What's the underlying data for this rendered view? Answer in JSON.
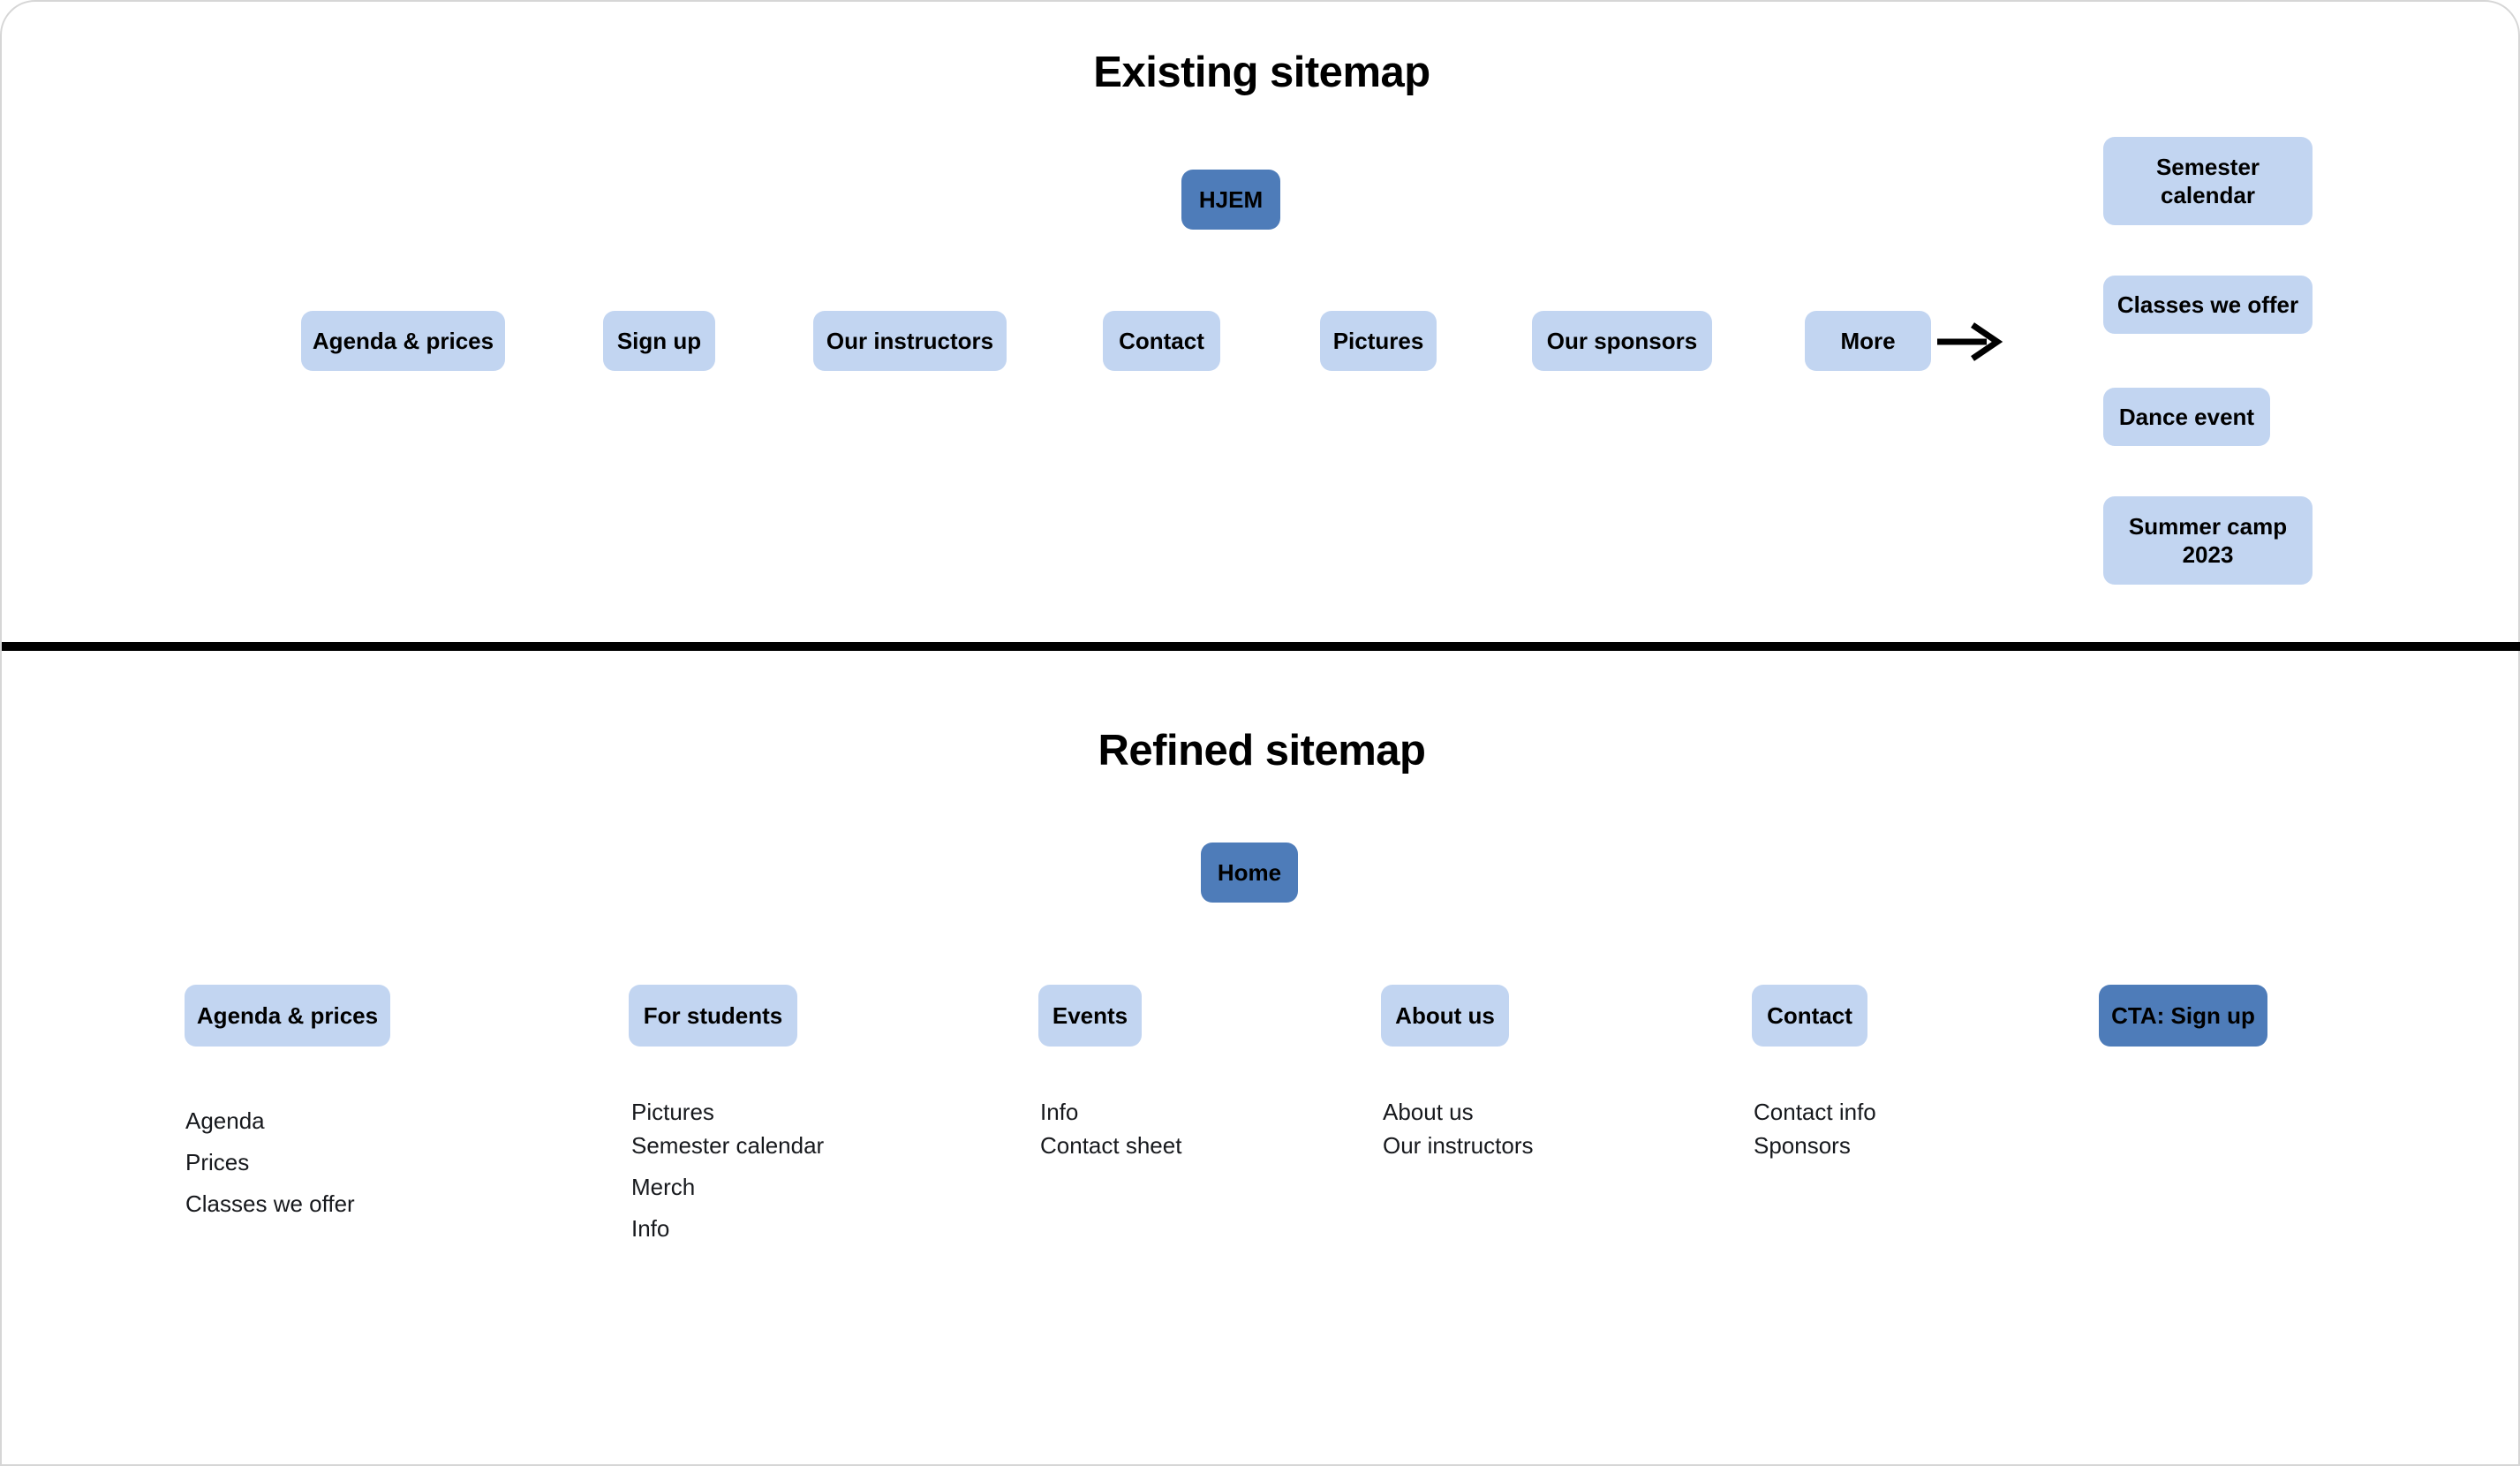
{
  "colors": {
    "primary": "#4e7cb9",
    "secondary": "#c2d5f1",
    "divider": "#000000",
    "text": "#000000",
    "list_text": "#17191d",
    "canvas_border": "#d6d6d6"
  },
  "existing": {
    "title": "Existing sitemap",
    "root_label": "HJEM",
    "nav": [
      {
        "label": "Agenda & prices"
      },
      {
        "label": "Sign up"
      },
      {
        "label": "Our instructors"
      },
      {
        "label": "Contact"
      },
      {
        "label": "Pictures"
      },
      {
        "label": "Our sponsors"
      },
      {
        "label": "More"
      }
    ],
    "more_children": [
      {
        "label": "Semester calendar"
      },
      {
        "label": "Classes we offer"
      },
      {
        "label": "Dance event"
      },
      {
        "label": "Summer camp 2023"
      }
    ]
  },
  "refined": {
    "title": "Refined sitemap",
    "root_label": "Home",
    "columns": [
      {
        "label": "Agenda & prices",
        "children": [
          "Agenda",
          "Prices",
          "Classes we offer"
        ]
      },
      {
        "label": "For students",
        "children": [
          "Pictures",
          "Semester calendar",
          "Merch",
          "Info"
        ]
      },
      {
        "label": "Events",
        "children": [
          "Info",
          "Contact sheet"
        ]
      },
      {
        "label": "About us",
        "children": [
          "About us",
          "Our instructors"
        ]
      },
      {
        "label": "Contact",
        "children": [
          "Contact info",
          "Sponsors"
        ]
      },
      {
        "label": "CTA: Sign up",
        "children": []
      }
    ]
  }
}
